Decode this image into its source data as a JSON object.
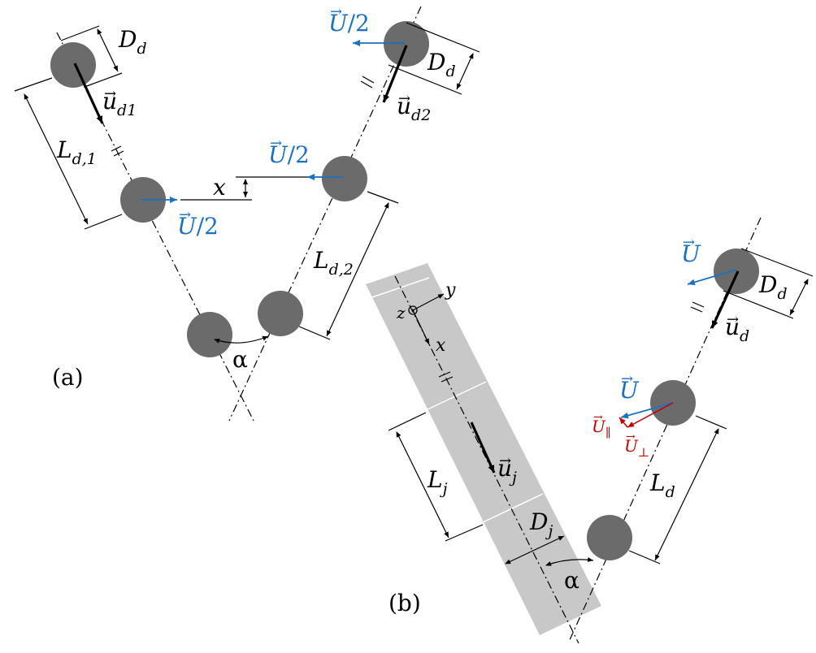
{
  "panel_a": {
    "label": "(a)",
    "Dd_upper_left": "D",
    "Dd_upper_left_sub": "d",
    "Dd_upper_right": "D",
    "Dd_upper_right_sub": "d",
    "u_d1": "u",
    "u_d1_sub": "d1",
    "u_d2": "u",
    "u_d2_sub": "d2",
    "L_d1": "L",
    "L_d1_sub": "d,1",
    "L_d2": "L",
    "L_d2_sub": "d,2",
    "x": "x",
    "U_half_left": "U",
    "U_half_right": "U",
    "U_half_top": "U",
    "half": "/2",
    "alpha": "α"
  },
  "panel_b": {
    "label": "(b)",
    "y_axis": "y",
    "z_axis": "z",
    "x_axis": "x",
    "u_j": "u",
    "u_j_sub": "j",
    "L_j": "L",
    "L_j_sub": "j",
    "D_j": "D",
    "D_j_sub": "j",
    "alpha": "α",
    "U_top": "U",
    "D_d": "D",
    "D_d_sub": "d",
    "u_d": "u",
    "u_d_sub": "d",
    "U_mid": "U",
    "U_par": "U",
    "U_par_sub": "∥",
    "U_perp": "U",
    "U_perp_sub": "⊥",
    "L_d": "L",
    "L_d_sub": "d"
  },
  "colors": {
    "velocity_blue": "#1a72c0",
    "decomposition_red": "#c00000",
    "droplet_gray": "#6b6b6b",
    "jet_gray": "#c8c8c8"
  }
}
